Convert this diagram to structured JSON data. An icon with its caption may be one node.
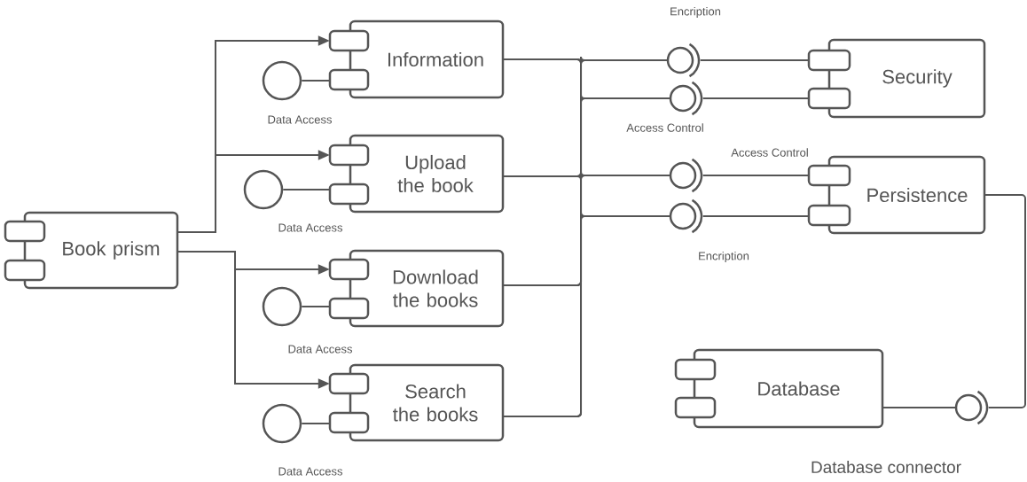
{
  "diagram": {
    "nodes": [
      {
        "text": [
          "Book prism"
        ]
      },
      {
        "text": [
          "Information"
        ]
      },
      {
        "text": [
          "Upload the book"
        ]
      },
      {
        "text": [
          "Download the books"
        ]
      },
      {
        "text": [
          "Search the books"
        ]
      },
      {
        "text": [
          "Security"
        ]
      },
      {
        "text": [
          "Persistence"
        ]
      },
      {
        "text": [
          "Database"
        ]
      },
      {
        "text": [],
        "shape": "circle",
        "beside": [
          "Data Access"
        ]
      },
      {
        "text": [],
        "shape": "circle",
        "beside": [
          "Data Access"
        ]
      },
      {
        "text": [],
        "shape": "circle"
      },
      {
        "text": [],
        "shape": "circle",
        "beside": [
          "Data Access"
        ]
      },
      {
        "text": [],
        "shape": "socket",
        "beside": [
          "Encription"
        ]
      },
      {
        "text": [],
        "shape": "socket",
        "beside": [
          "Access Control"
        ]
      },
      {
        "text": [],
        "shape": "socket"
      },
      {
        "text": [],
        "shape": "socket",
        "beside": [
          "Encription"
        ]
      },
      {
        "text": [],
        "shape": "socket",
        "beside": [
          "Database connector"
        ]
      }
    ],
    "edges": [
      {
        "from": 0,
        "to": 1,
        "arrow": "to"
      },
      {
        "from": 0,
        "to": 2,
        "arrow": "to"
      },
      {
        "from": 0,
        "to": 3,
        "arrow": "to"
      },
      {
        "from": 0,
        "to": 4,
        "arrow": "to"
      },
      {
        "from": 8,
        "to": 1,
        "arrow": "none"
      },
      {
        "from": 9,
        "to": 2,
        "arrow": "none"
      },
      {
        "from": 10,
        "to": 3,
        "arrow": "none"
      },
      {
        "from": 11,
        "to": 4,
        "arrow": "none"
      },
      {
        "from": 1,
        "to": 12,
        "arrow": "none"
      },
      {
        "from": 1,
        "to": 13,
        "arrow": "none"
      },
      {
        "from": 1,
        "to": 14,
        "arrow": "none"
      },
      {
        "from": 1,
        "to": 15,
        "arrow": "none"
      },
      {
        "from": 2,
        "to": 12,
        "arrow": "none"
      },
      {
        "from": 2,
        "to": 13,
        "arrow": "none"
      },
      {
        "from": 2,
        "to": 14,
        "arrow": "none"
      },
      {
        "from": 2,
        "to": 15,
        "arrow": "none"
      },
      {
        "from": 3,
        "to": 12,
        "arrow": "none"
      },
      {
        "from": 3,
        "to": 13,
        "arrow": "none"
      },
      {
        "from": 3,
        "to": 14,
        "arrow": "none"
      },
      {
        "from": 3,
        "to": 15,
        "arrow": "none"
      },
      {
        "from": 4,
        "to": 12,
        "arrow": "none"
      },
      {
        "from": 4,
        "to": 13,
        "arrow": "none"
      },
      {
        "from": 4,
        "to": 14,
        "arrow": "none"
      },
      {
        "from": 4,
        "to": 15,
        "arrow": "none"
      },
      {
        "from": 12,
        "to": 5,
        "arrow": "none"
      },
      {
        "from": 13,
        "to": 5,
        "arrow": "none"
      },
      {
        "from": 14,
        "to": 6,
        "arrow": "none"
      },
      {
        "from": 15,
        "to": 6,
        "arrow": "none"
      },
      {
        "from": 6,
        "to": 16,
        "arrow": "none"
      },
      {
        "from": 7,
        "to": 16,
        "arrow": "none"
      }
    ],
    "labels": [
      "Access Control",
      "Data Access"
    ]
  }
}
